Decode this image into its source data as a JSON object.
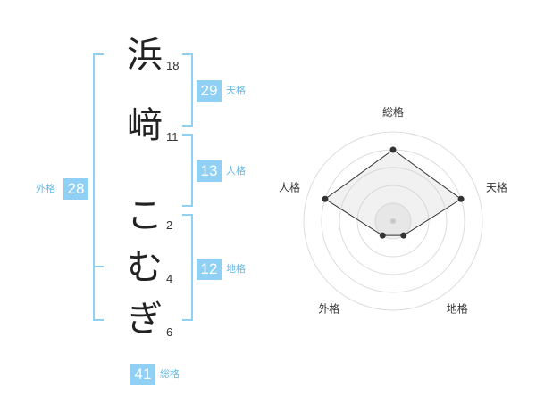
{
  "name": {
    "chars": [
      {
        "char": "浜",
        "strokes": "18"
      },
      {
        "char": "﨑",
        "strokes": "11"
      },
      {
        "char": "こ",
        "strokes": "2"
      },
      {
        "char": "む",
        "strokes": "4"
      },
      {
        "char": "ぎ",
        "strokes": "6"
      }
    ]
  },
  "fortune": {
    "tenkaku": {
      "value": "29",
      "label": "天格"
    },
    "jinkaku": {
      "value": "13",
      "label": "人格"
    },
    "chikaku": {
      "value": "12",
      "label": "地格"
    },
    "gaikaku": {
      "value": "28",
      "label": "外格"
    },
    "soukaku": {
      "value": "41",
      "label": "総格"
    }
  },
  "chart_data": {
    "type": "radar",
    "axes": [
      "総格",
      "天格",
      "地格",
      "外格",
      "人格"
    ],
    "values": [
      4,
      4,
      1,
      1,
      4
    ],
    "max": 5,
    "rings": 5
  }
}
